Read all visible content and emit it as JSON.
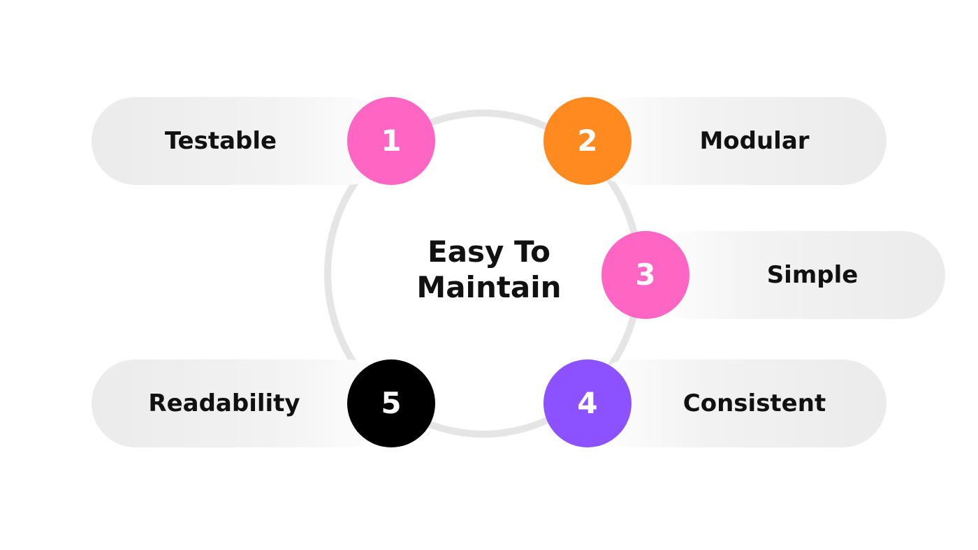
{
  "diagram": {
    "center_title": "Easy To\nMaintain",
    "items": [
      {
        "number": "1",
        "label": "Testable",
        "color": "#ff66c4"
      },
      {
        "number": "2",
        "label": "Modular",
        "color": "#ff8a1f"
      },
      {
        "number": "3",
        "label": "Simple",
        "color": "#ff66c4"
      },
      {
        "number": "4",
        "label": "Consistent",
        "color": "#8c52ff"
      },
      {
        "number": "5",
        "label": "Readability",
        "color": "#000000"
      }
    ]
  }
}
